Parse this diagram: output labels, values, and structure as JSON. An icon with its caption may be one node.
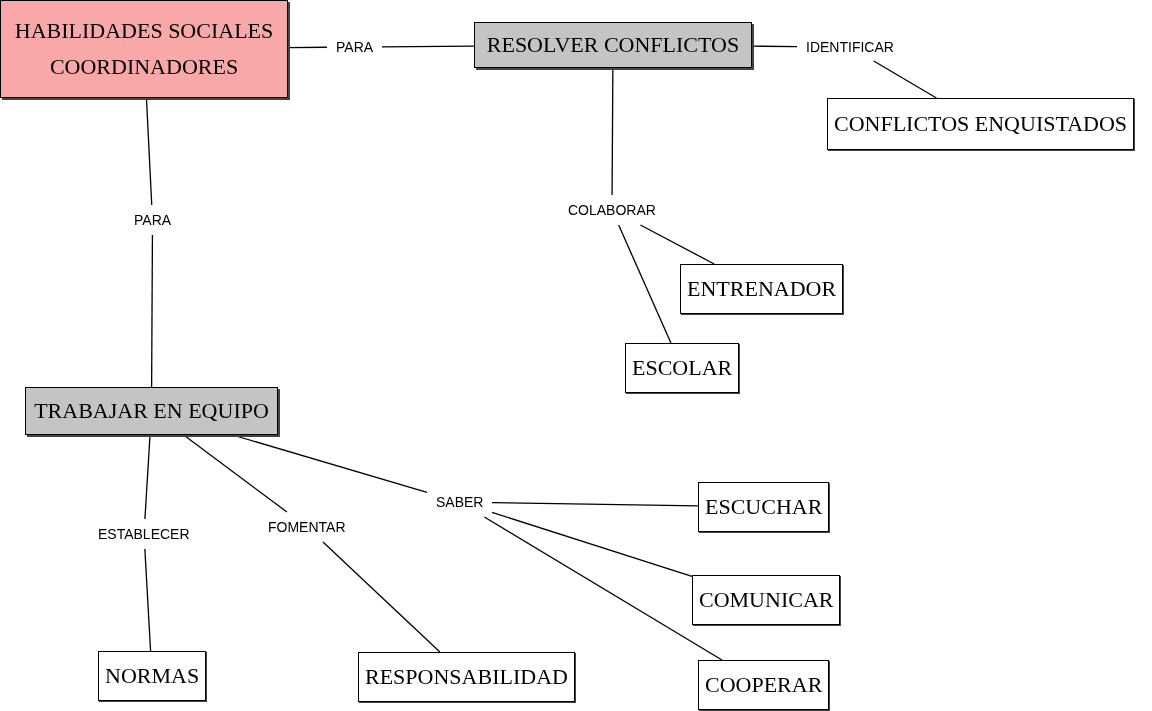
{
  "diagram": {
    "nodes": [
      {
        "text": [
          "HABILIDADES SOCIALES COORDINADORES"
        ]
      },
      {
        "text": [
          "PARA"
        ]
      },
      {
        "text": [
          "RESOLVER CONFLICTOS"
        ]
      },
      {
        "text": [
          "IDENTIFICAR"
        ]
      },
      {
        "text": [
          "CONFLICTOS ENQUISTADOS"
        ]
      },
      {
        "text": [
          "COLABORAR"
        ]
      },
      {
        "text": [
          "ENTRENADOR"
        ]
      },
      {
        "text": [
          "ESCOLAR"
        ]
      },
      {
        "text": [
          "PARA"
        ]
      },
      {
        "text": [
          "TRABAJAR EN EQUIPO"
        ]
      },
      {
        "text": [
          "ESTABLECER"
        ]
      },
      {
        "text": [
          "FOMENTAR"
        ]
      },
      {
        "text": [
          "SABER"
        ]
      },
      {
        "text": [
          "ESCUCHAR"
        ]
      },
      {
        "text": [
          "COMUNICAR"
        ]
      },
      {
        "text": [
          "COOPERAR"
        ]
      },
      {
        "text": [
          "NORMAS"
        ]
      },
      {
        "text": [
          "RESPONSABILIDAD"
        ]
      }
    ],
    "edges": [
      {
        "from": 0,
        "to": 1,
        "arrow": "none"
      },
      {
        "from": 1,
        "to": 2,
        "arrow": "none"
      },
      {
        "from": 2,
        "to": 3,
        "arrow": "none"
      },
      {
        "from": 3,
        "to": 4,
        "arrow": "none"
      },
      {
        "from": 2,
        "to": 5,
        "arrow": "none"
      },
      {
        "from": 5,
        "to": 6,
        "arrow": "none"
      },
      {
        "from": 5,
        "to": 7,
        "arrow": "none"
      },
      {
        "from": 0,
        "to": 8,
        "arrow": "none"
      },
      {
        "from": 8,
        "to": 9,
        "arrow": "none"
      },
      {
        "from": 9,
        "to": 10,
        "arrow": "none"
      },
      {
        "from": 10,
        "to": 16,
        "arrow": "none"
      },
      {
        "from": 9,
        "to": 11,
        "arrow": "none"
      },
      {
        "from": 11,
        "to": 17,
        "arrow": "none"
      },
      {
        "from": 9,
        "to": 12,
        "arrow": "none"
      },
      {
        "from": 12,
        "to": 13,
        "arrow": "none"
      },
      {
        "from": 12,
        "to": 14,
        "arrow": "none"
      },
      {
        "from": 12,
        "to": 15,
        "arrow": "none"
      }
    ]
  }
}
